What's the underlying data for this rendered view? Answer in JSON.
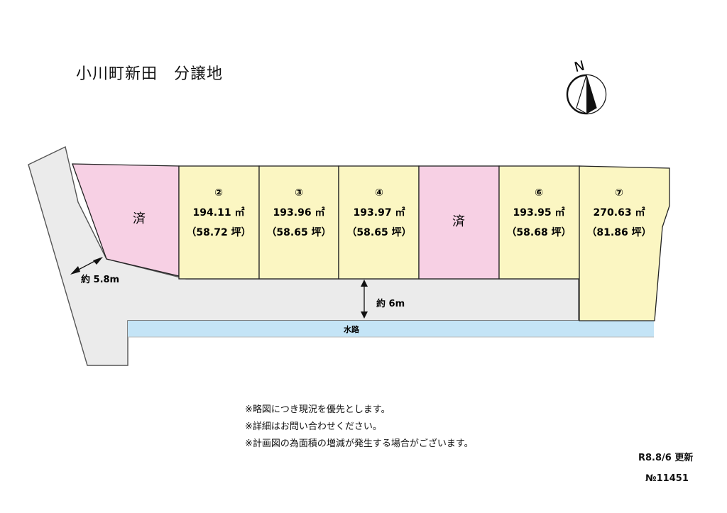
{
  "title": "小川町新田　分譲地",
  "north_label": "N",
  "lots": [
    {
      "id": "1",
      "number": "",
      "area": "",
      "tsubo": "",
      "status": "済",
      "color": "#f7d0e4"
    },
    {
      "id": "2",
      "number": "②",
      "area": "194.11 ㎡",
      "tsubo": "（58.72 坪）",
      "status": "",
      "color": "#fbf6c2"
    },
    {
      "id": "3",
      "number": "③",
      "area": "193.96 ㎡",
      "tsubo": "（58.65 坪）",
      "status": "",
      "color": "#fbf6c2"
    },
    {
      "id": "4",
      "number": "④",
      "area": "193.97 ㎡",
      "tsubo": "（58.65 坪）",
      "status": "",
      "color": "#fbf6c2"
    },
    {
      "id": "5",
      "number": "",
      "area": "",
      "tsubo": "",
      "status": "済",
      "color": "#f7d0e4"
    },
    {
      "id": "6",
      "number": "⑥",
      "area": "193.95 ㎡",
      "tsubo": "（58.68 坪）",
      "status": "",
      "color": "#fbf6c2"
    },
    {
      "id": "7",
      "number": "⑦",
      "area": "270.63 ㎡",
      "tsubo": "（81.86 坪）",
      "status": "",
      "color": "#fbf6c2"
    }
  ],
  "road": {
    "side_width": "約 5.8m",
    "front_width": "約 6m",
    "color": "#ebebeb"
  },
  "waterway": {
    "label": "水路",
    "color": "#c4e4f6"
  },
  "notes": [
    "※略図につき現況を優先とします。",
    "※詳細はお問い合わせください。",
    "※計画図の為面積の増減が発生する場合がございます。"
  ],
  "updated": "R8.8/6 更新",
  "ref_no": "№11451"
}
